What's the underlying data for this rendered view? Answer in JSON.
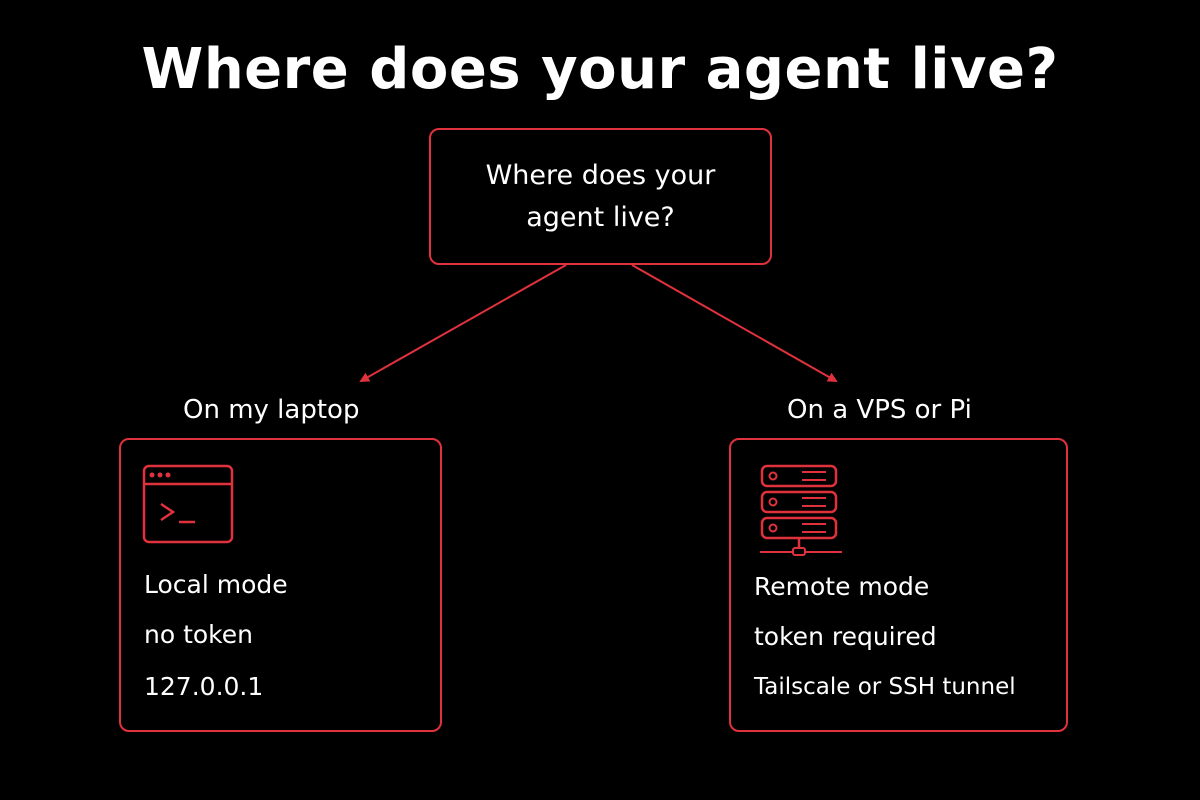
{
  "title": "Where does your agent live?",
  "question": {
    "line1": "Where does your",
    "line2": "agent live?"
  },
  "branches": {
    "left": {
      "label": "On my laptop",
      "icon": "terminal-window-icon",
      "lines": [
        "Local mode",
        "no token",
        "127.0.0.1"
      ]
    },
    "right": {
      "label": "On a VPS or Pi",
      "icon": "server-rack-icon",
      "lines": [
        "Remote mode",
        "token required",
        "Tailscale or SSH tunnel"
      ]
    }
  },
  "colors": {
    "accent": "#e0323c",
    "background": "#000000",
    "text": "#ffffff"
  }
}
